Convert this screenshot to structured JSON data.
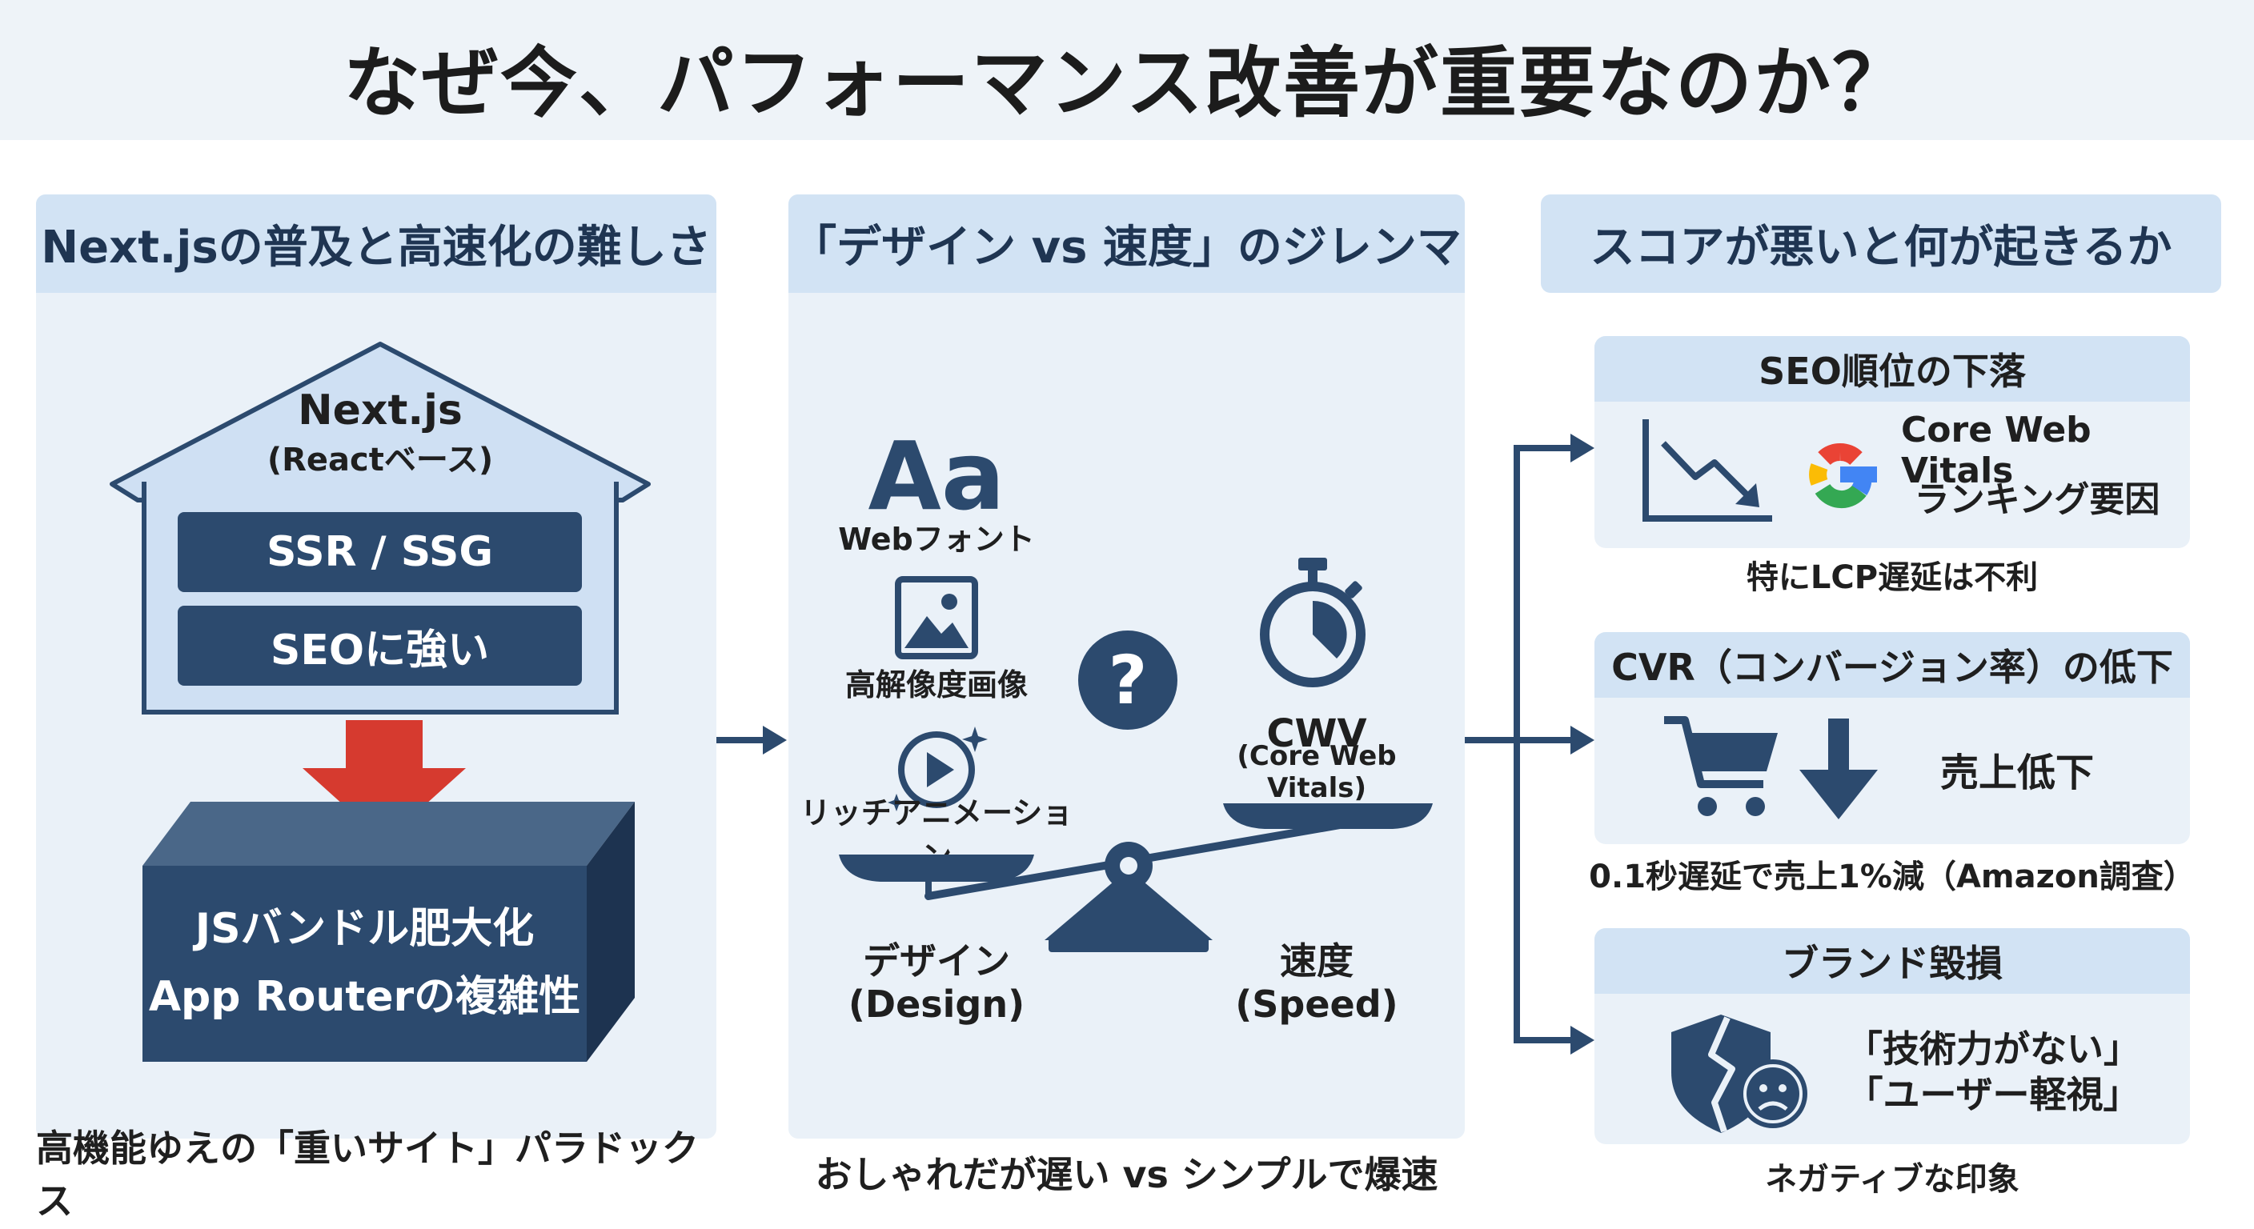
{
  "title": "なぜ今、パフォーマンス改善が重要なのか？",
  "columns": [
    {
      "heading": "Next.jsの普及と高速化の難しさ",
      "caption": "高機能ゆえの「重いサイト」パラドックス",
      "house": {
        "name": "Next.js",
        "base": "(Reactベース)",
        "features": [
          "SSR / SSG",
          "SEOに強い"
        ]
      },
      "block": {
        "lines": [
          "JSバンドル肥大化",
          "App Routerの複雑性"
        ]
      }
    },
    {
      "heading": "「デザイン vs 速度」のジレンマ",
      "caption": "おしゃれだが遅い vs シンプルで爆速",
      "font_glyph": "Aa",
      "design_items": [
        "Webフォント",
        "高解像度画像",
        "リッチアニメーション"
      ],
      "question_mark": "?",
      "cwv": {
        "label": "CWV",
        "sub": "(Core Web Vitals)"
      },
      "scale_labels": {
        "left": [
          "デザイン",
          "(Design)"
        ],
        "right": [
          "速度",
          "(Speed)"
        ]
      }
    },
    {
      "heading": "スコアが悪いと何が起きるか",
      "cards": [
        {
          "title": "SEO順位の下落",
          "body": [
            "Core Web Vitals",
            "ランキング要因"
          ],
          "note": "特にLCP遅延は不利",
          "icons": [
            "chart-down-icon",
            "google-g-icon"
          ]
        },
        {
          "title": "CVR（コンバージョン率）の低下",
          "body": [
            "売上低下"
          ],
          "note": "0.1秒遅延で売上1%減（Amazon調査）",
          "icons": [
            "cart-icon",
            "arrow-down-icon"
          ]
        },
        {
          "title": "ブランド毀損",
          "body": [
            "「技術力がない」",
            "「ユーザー軽視」"
          ],
          "note": "ネガティブな印象",
          "icons": [
            "broken-shield-icon",
            "sad-face-icon"
          ]
        }
      ]
    }
  ],
  "colors": {
    "navy": "#2c4a6e",
    "navy_dark": "#253f5f",
    "red_arrow": "#d63a2f",
    "panel": "#eaf1f8",
    "panel_head": "#d2e3f4",
    "google_blue": "#4285F4",
    "google_red": "#EA4335",
    "google_yellow": "#FBBC05",
    "google_green": "#34A853"
  }
}
